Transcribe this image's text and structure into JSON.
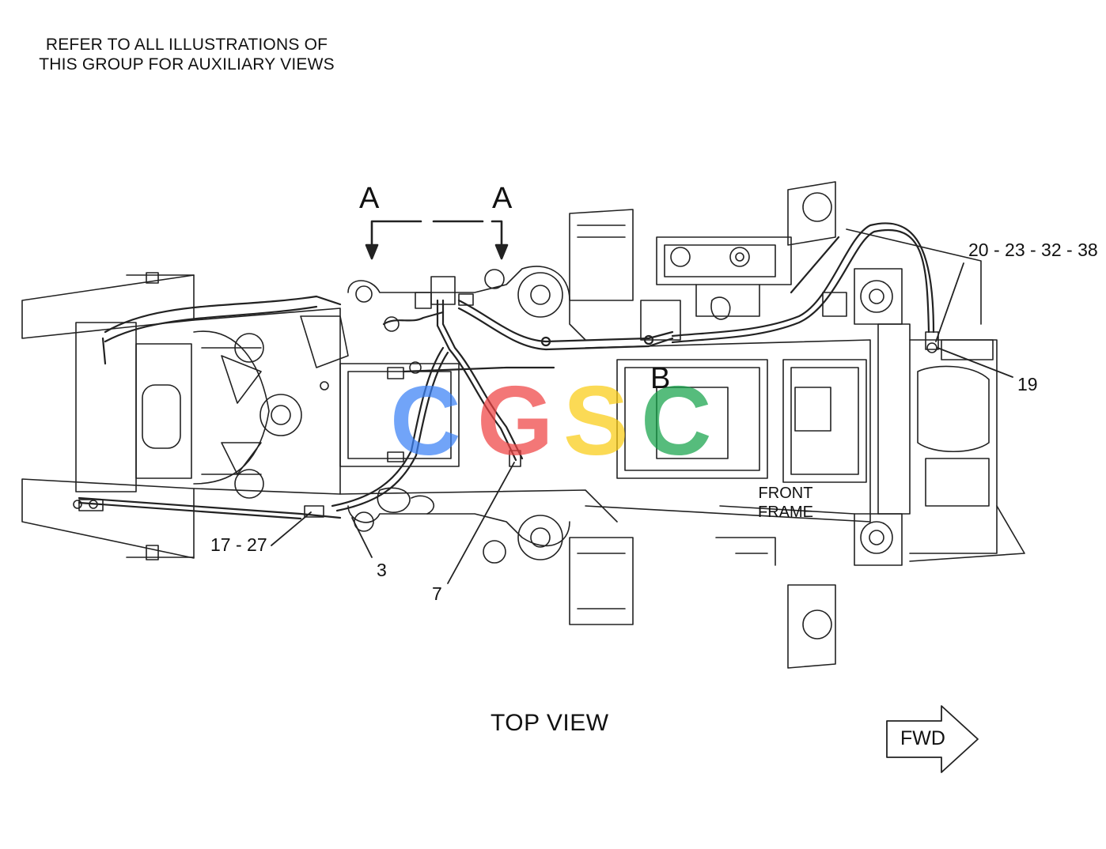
{
  "note": {
    "line1": "REFER TO ALL ILLUSTRATIONS OF",
    "line2": "THIS GROUP FOR AUXILIARY VIEWS"
  },
  "section_labels": {
    "a_left": "A",
    "a_right": "A",
    "b": "B"
  },
  "callouts": {
    "c_20_23_32_38": "20 - 23 - 32 - 38",
    "c_19": "19",
    "c_17_27": "17 - 27",
    "c_3": "3",
    "c_7": "7"
  },
  "front_frame": {
    "line1": "FRONT",
    "line2": "FRAME"
  },
  "caption": "TOP VIEW",
  "direction_arrow": {
    "label": "FWD"
  },
  "watermark": {
    "letters": [
      "C",
      "G",
      "S",
      "C"
    ],
    "colors": [
      "#3b82f6",
      "#ef4444",
      "#facc15",
      "#16a34a"
    ]
  }
}
